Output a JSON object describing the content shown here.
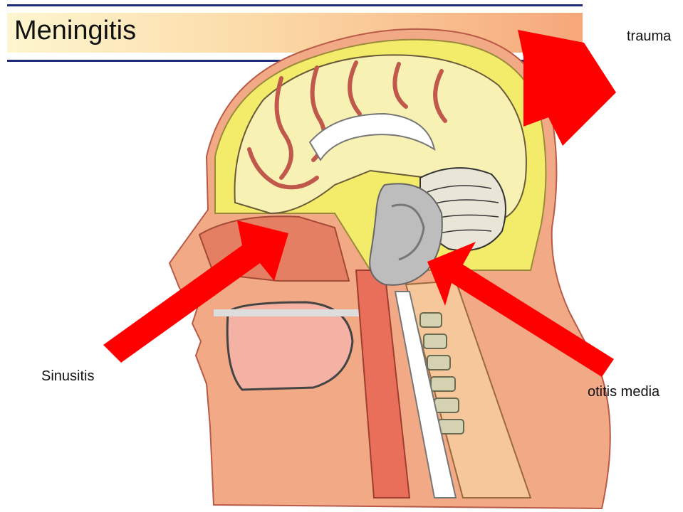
{
  "header": {
    "title": "Meningitis"
  },
  "labels": {
    "trauma": "trauma",
    "sinusitis": "Sinusitis",
    "otitis_media": "otitis media"
  },
  "colors": {
    "arrow": "#ff0000",
    "skin": "#f2a986",
    "brain": "#f7f2b4",
    "meninges_yellow": "#f3eb6a",
    "vessel": "#c0584c",
    "ear": "#bdbdbd",
    "title_rule": "#1c2a7a"
  },
  "icons": [
    "head-cross-section-illustration",
    "ear-illustration",
    "arrow-shape"
  ]
}
